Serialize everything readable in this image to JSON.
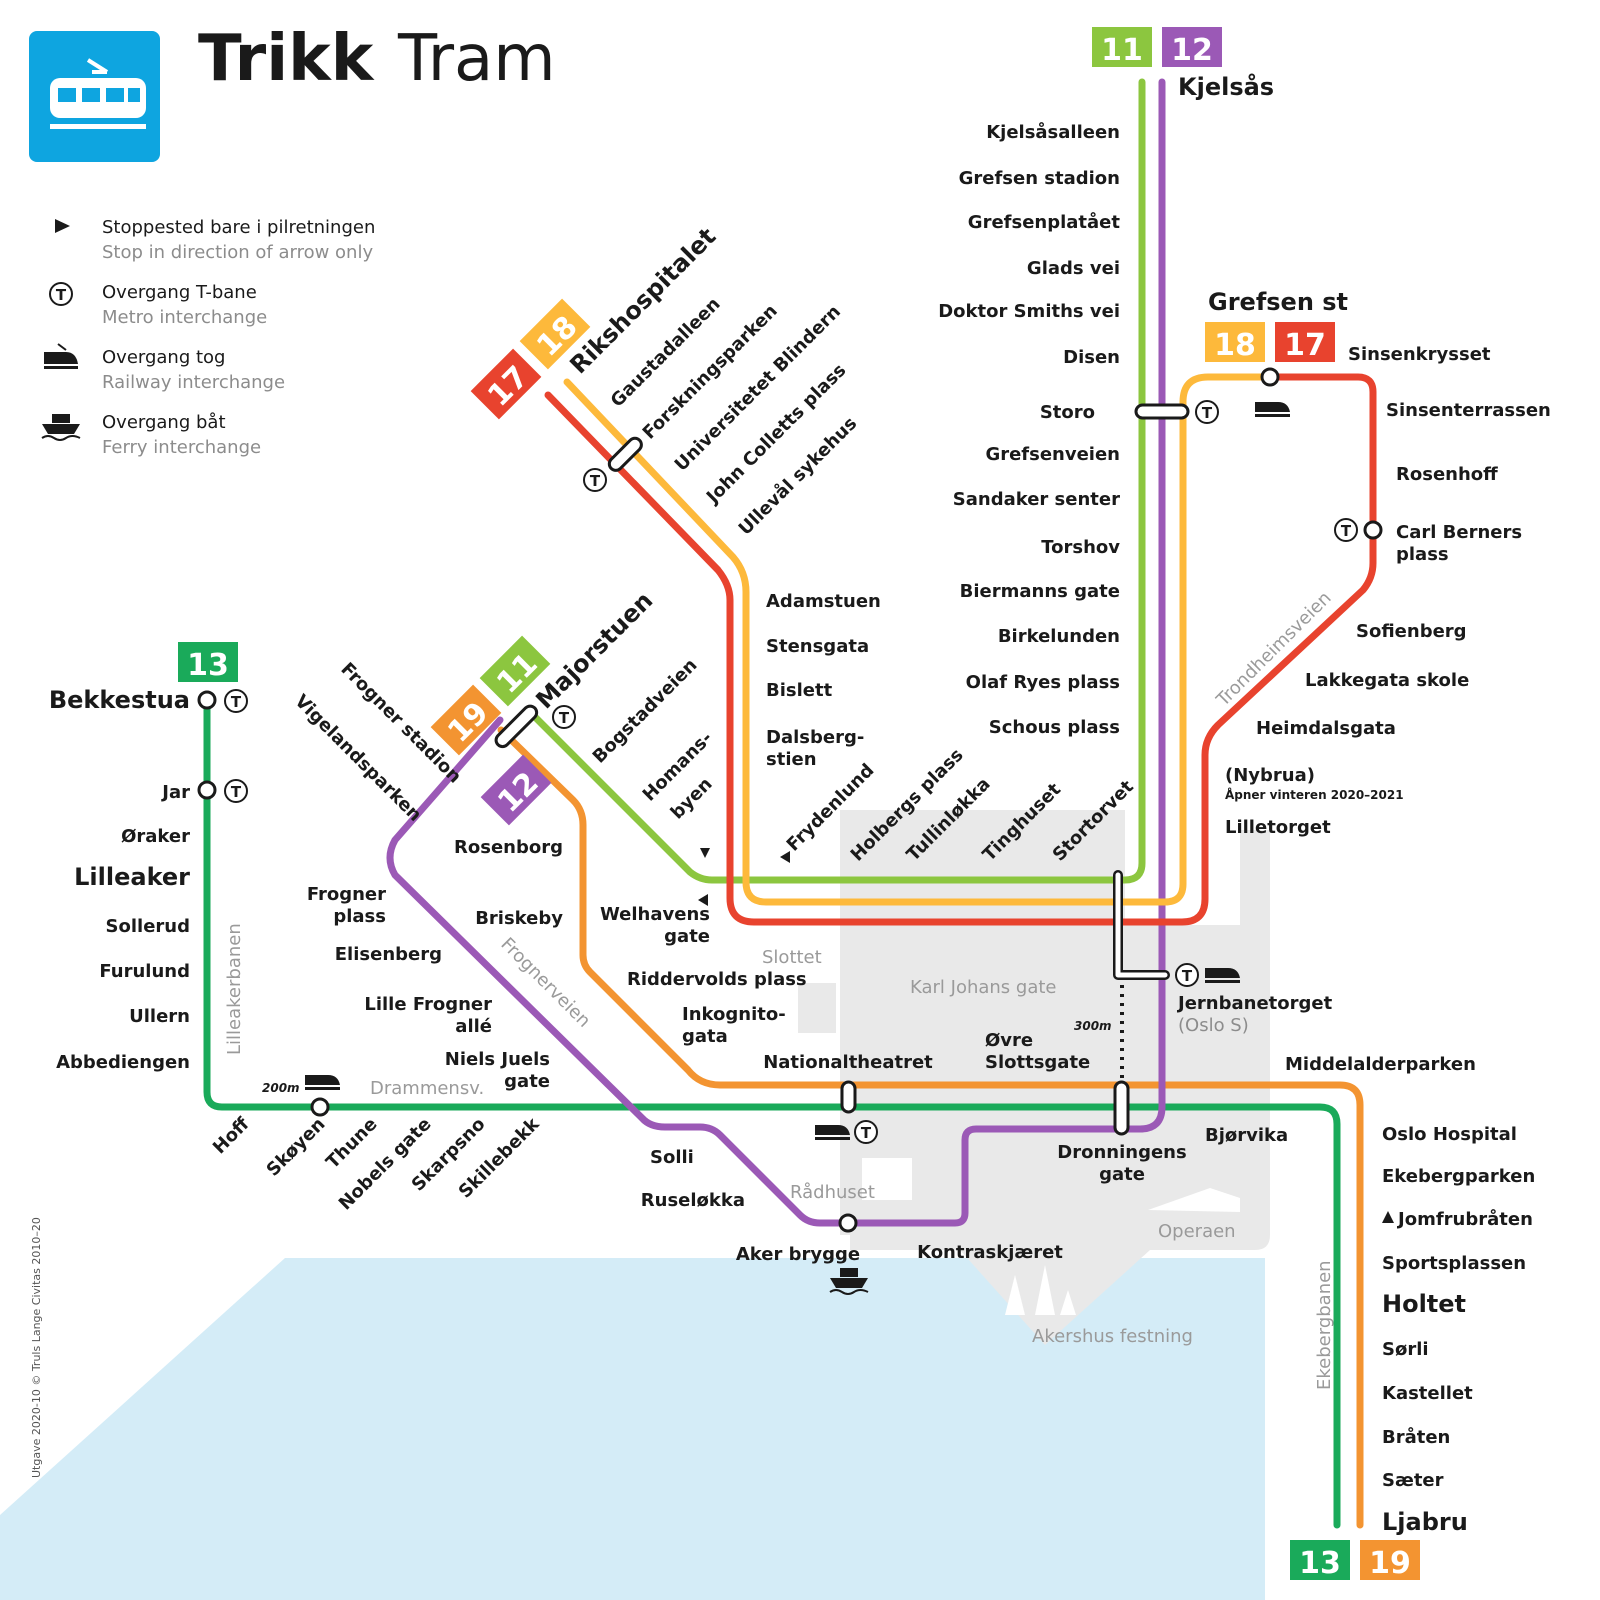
{
  "header": {
    "title_bold": "Trikk",
    "title_normal": "Tram"
  },
  "legend": [
    {
      "icon": "arrow-icon",
      "main": "Stoppested bare i pilretningen",
      "sub": "Stop in direction of arrow only"
    },
    {
      "icon": "metro-icon",
      "main": "Overgang T-bane",
      "sub": "Metro interchange"
    },
    {
      "icon": "train-icon",
      "main": "Overgang tog",
      "sub": "Railway interchange"
    },
    {
      "icon": "ferry-icon",
      "main": "Overgang båt",
      "sub": "Ferry interchange"
    }
  ],
  "metro_symbol": "T",
  "colors": {
    "line_11": "#8cc63f",
    "line_12": "#9b59b6",
    "line_13": "#1aaa5a",
    "line_17": "#e8432e",
    "line_18": "#fdb93b",
    "line_19": "#f39431",
    "water": "#d4ecf7",
    "city": "#e9e9e9",
    "tram_icon_bg": "#0ea5e0"
  },
  "badges": {
    "kjelsas_11": "11",
    "kjelsas_12": "12",
    "grefsen_18": "18",
    "grefsen_17": "17",
    "riks_17": "17",
    "riks_18": "18",
    "majors_19": "19",
    "majors_11": "11",
    "majors_12": "12",
    "bekk_13": "13",
    "ljabru_13": "13",
    "ljabru_19": "19"
  },
  "termini": {
    "kjelsas": "Kjelsås",
    "grefsen": "Grefsen st",
    "rikshospitalet": "Rikshospitalet",
    "majorstuen": "Majorstuen",
    "bekkestua": "Bekkestua",
    "lilleaker": "Lilleaker",
    "holtet": "Holtet",
    "ljabru": "Ljabru"
  },
  "stations": {
    "kjelsasalleen": "Kjelsåsalleen",
    "grefsen_stadion": "Grefsen stadion",
    "grefsenplataet": "Grefsenplatået",
    "glads_vei": "Glads vei",
    "doktor_smiths_vei": "Doktor Smiths vei",
    "disen": "Disen",
    "storo": "Storo",
    "grefsenveien": "Grefsenveien",
    "sandaker_senter": "Sandaker senter",
    "torshov": "Torshov",
    "biermanns_gate": "Biermanns gate",
    "birkelunden": "Birkelunden",
    "olaf_ryes_plass": "Olaf Ryes plass",
    "schous_plass": "Schous plass",
    "sinsenkrysset": "Sinsenkrysset",
    "sinsenterrassen": "Sinsenterrassen",
    "rosenhoff": "Rosenhoff",
    "carl_berners_1": "Carl Berners",
    "carl_berners_2": "plass",
    "sofienberg": "Sofienberg",
    "lakkegata": "Lakkegata skole",
    "heimdalsgata": "Heimdalsgata",
    "nybrua": "(Nybrua)",
    "nybrua_note": "Åpner vinteren 2020–2021",
    "lilletorget": "Lilletorget",
    "gaustadalleen": "Gaustadalleen",
    "forskningsparken": "Forskningsparken",
    "universitetet": "Universitetet Blindern",
    "john_colletts": "John Colletts plass",
    "ulleval": "Ullevål sykehus",
    "adamstuen": "Adamstuen",
    "stensgata": "Stensgata",
    "bislett": "Bislett",
    "dalsberg_1": "Dalsberg-",
    "dalsberg_2": "stien",
    "frydenlund": "Frydenlund",
    "holbergs": "Holbergs plass",
    "tullinlokka": "Tullinløkka",
    "tinghuset": "Tinghuset",
    "stortorvet": "Stortorvet",
    "bogstadveien": "Bogstadveien",
    "homans_1": "Homans-",
    "homans_2": "byen",
    "welhavens_1": "Welhavens",
    "welhavens_2": "gate",
    "frogner_stadion": "Frogner stadion",
    "vigelandsparken": "Vigelandsparken",
    "rosenborg": "Rosenborg",
    "frogner_plass_1": "Frogner",
    "frogner_plass_2": "plass",
    "briskeby": "Briskeby",
    "elisenberg": "Elisenberg",
    "ridder": "Riddervolds plass",
    "lille_frogner_1": "Lille Frogner",
    "lille_frogner_2": "allé",
    "inkognito_1": "Inkognito-",
    "inkognito_2": "gata",
    "niels_juels_1": "Niels Juels",
    "niels_juels_2": "gate",
    "nationaltheatret": "Nationaltheatret",
    "ovre_1": "Øvre",
    "ovre_2": "Slottsgate",
    "jernbanetorget_1": "Jernbanetorget",
    "jernbanetorget_2": "(Oslo S)",
    "middelalderparken": "Middelalderparken",
    "dronningens_1": "Dronningens",
    "dronningens_2": "gate",
    "bjorvika": "Bjørvika",
    "solli": "Solli",
    "ruselokka": "Ruseløkka",
    "aker_brygge": "Aker brygge",
    "kontraskjaeret": "Kontraskjæret",
    "jar": "Jar",
    "oraker": "Øraker",
    "sollerud": "Sollerud",
    "furulund": "Furulund",
    "ullern": "Ullern",
    "abbediengen": "Abbediengen",
    "hoff": "Hoff",
    "skoyen": "Skøyen",
    "thune": "Thune",
    "nobels": "Nobels gate",
    "skarpsno": "Skarpsno",
    "skillebekk": "Skillebekk",
    "oslo_hospital": "Oslo Hospital",
    "ekebergparken": "Ekebergparken",
    "jomfrubraten": "Jomfrubråten",
    "sportsplassen": "Sportsplassen",
    "sorli": "Sørli",
    "kastellet": "Kastellet",
    "braten": "Bråten",
    "saeter": "Sæter"
  },
  "streets": {
    "trondheimsveien": "Trondheimsveien",
    "frognerveien": "Frognerveien",
    "drammensv": "Drammensv.",
    "lilleakerbanen": "Lilleakerbanen",
    "ekebergbanen": "Ekebergbanen",
    "karl_johans": "Karl Johans gate"
  },
  "landmarks": {
    "slottet": "Slottet",
    "radhuset": "Rådhuset",
    "operaen": "Operaen",
    "akershus": "Akershus festning"
  },
  "distances": {
    "skoyen_walk": "200m",
    "jernbanetorget_walk": "300m"
  },
  "credit": "Utgave 2020-10 © Truls Lange Civitas 2010–20"
}
